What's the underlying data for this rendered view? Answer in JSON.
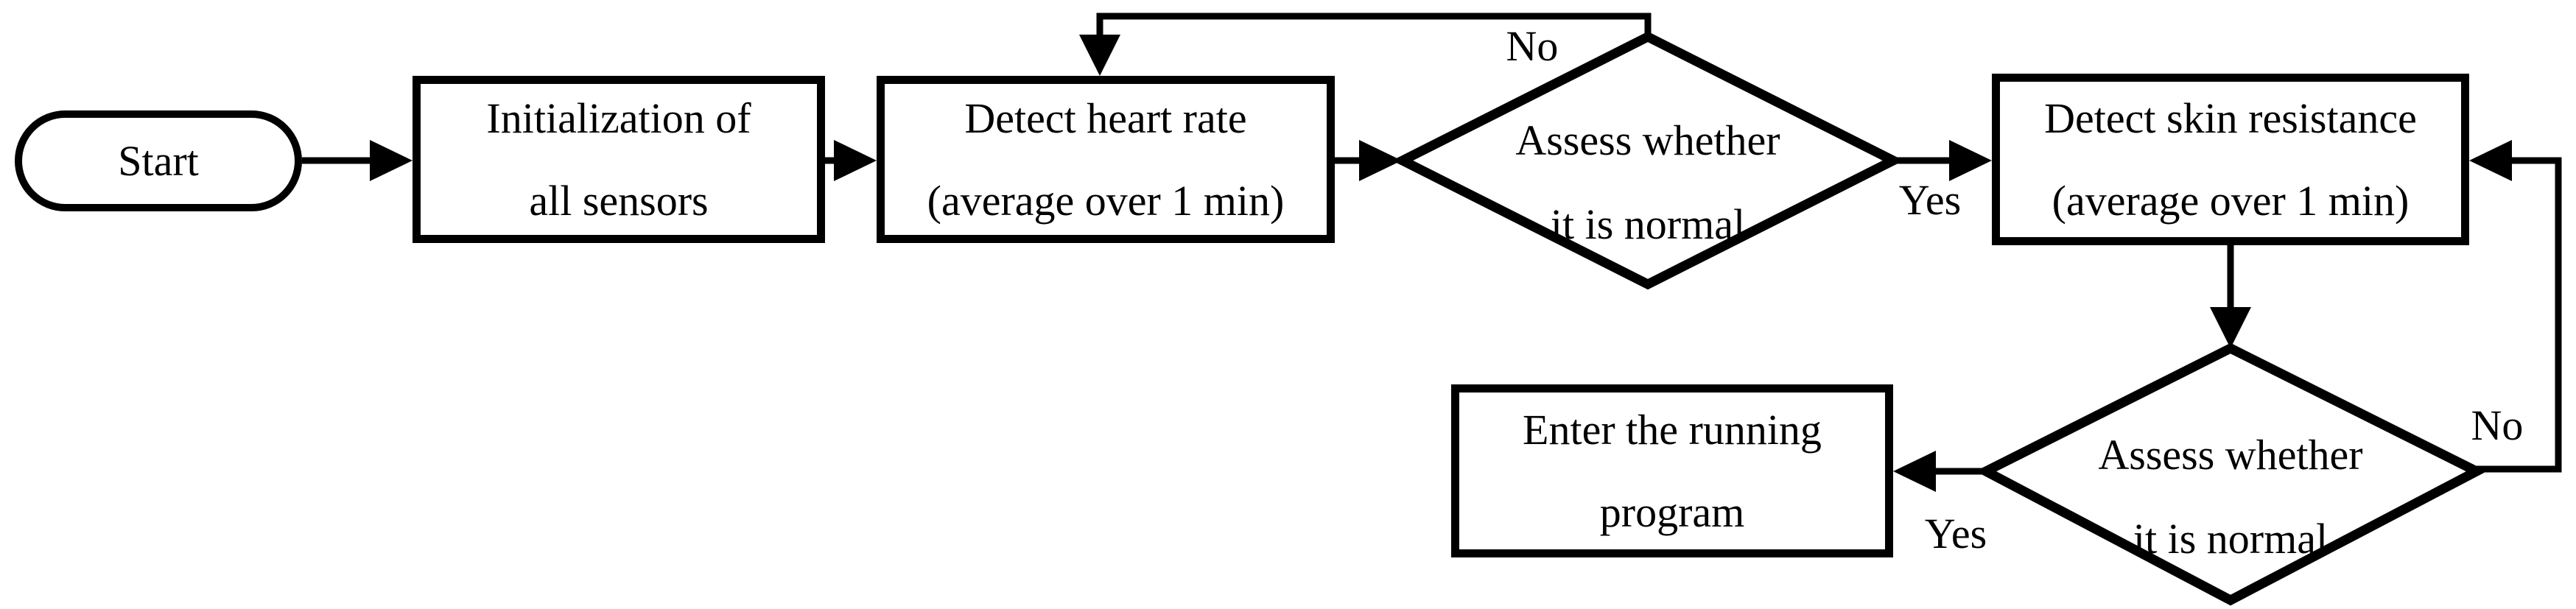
{
  "diagram": {
    "description": "Flowchart of sensor initialization, heart rate and skin resistance checks before entering the running program",
    "colors": {
      "stroke": "#000000",
      "background": "#ffffff"
    },
    "nodes": {
      "start": {
        "type": "terminator",
        "label": "Start"
      },
      "init": {
        "type": "process",
        "line1": "Initialization of",
        "line2": "all sensors"
      },
      "heart": {
        "type": "process",
        "line1": "Detect heart rate",
        "line2": "(average over 1 min)"
      },
      "assess_heart": {
        "type": "decision",
        "line1": "Assess whether",
        "line2": "it is normal"
      },
      "skin": {
        "type": "process",
        "line1": "Detect skin resistance",
        "line2": "(average over 1 min)"
      },
      "assess_skin": {
        "type": "decision",
        "line1": "Assess whether",
        "line2": "it is normal"
      },
      "run": {
        "type": "process",
        "line1": "Enter the running",
        "line2": "program"
      }
    },
    "edge_labels": {
      "heart_no": "No",
      "heart_yes": "Yes",
      "skin_no": "No",
      "skin_yes": "Yes"
    }
  }
}
